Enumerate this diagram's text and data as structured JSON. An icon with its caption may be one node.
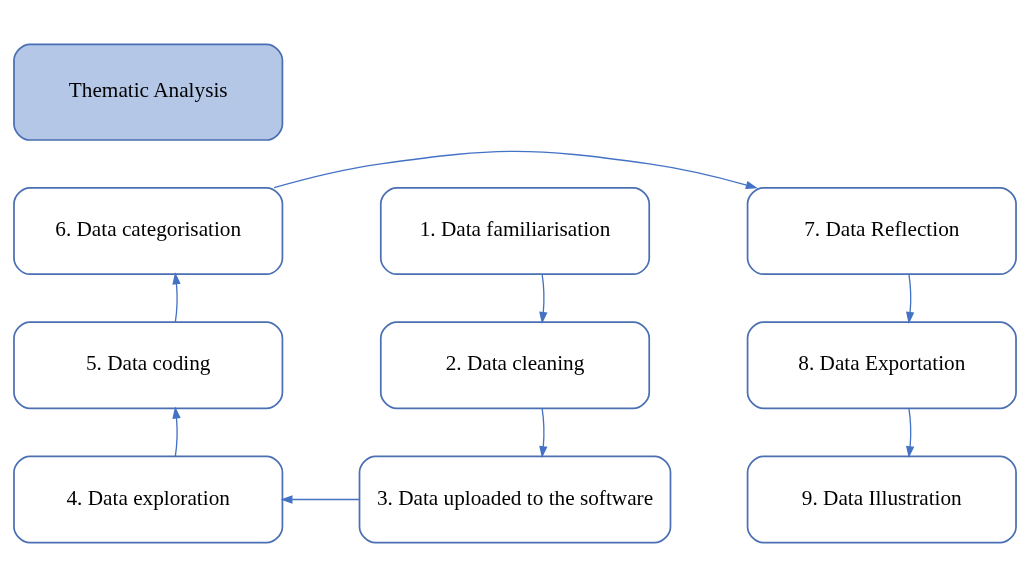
{
  "diagram": {
    "nodes": [
      {
        "text": [
          "Thematic Analysis"
        ]
      },
      {
        "text": [
          "1. Data familiarisation"
        ]
      },
      {
        "text": [
          "2. Data cleaning"
        ]
      },
      {
        "text": [
          "3. Data uploaded to the software"
        ]
      },
      {
        "text": [
          "4. Data exploration"
        ]
      },
      {
        "text": [
          "5. Data coding"
        ]
      },
      {
        "text": [
          "6. Data categorisation"
        ]
      },
      {
        "text": [
          "7. Data Reflection"
        ]
      },
      {
        "text": [
          "8. Data Exportation"
        ]
      },
      {
        "text": [
          "9. Data Illustration"
        ]
      }
    ],
    "edges": [
      {
        "from": 1,
        "to": 2,
        "arrow": "to"
      },
      {
        "from": 2,
        "to": 3,
        "arrow": "to"
      },
      {
        "from": 3,
        "to": 4,
        "arrow": "to"
      },
      {
        "from": 4,
        "to": 5,
        "arrow": "to"
      },
      {
        "from": 5,
        "to": 6,
        "arrow": "to"
      },
      {
        "from": 6,
        "to": 7,
        "arrow": "to"
      },
      {
        "from": 7,
        "to": 8,
        "arrow": "to"
      },
      {
        "from": 8,
        "to": 9,
        "arrow": "to"
      }
    ]
  }
}
